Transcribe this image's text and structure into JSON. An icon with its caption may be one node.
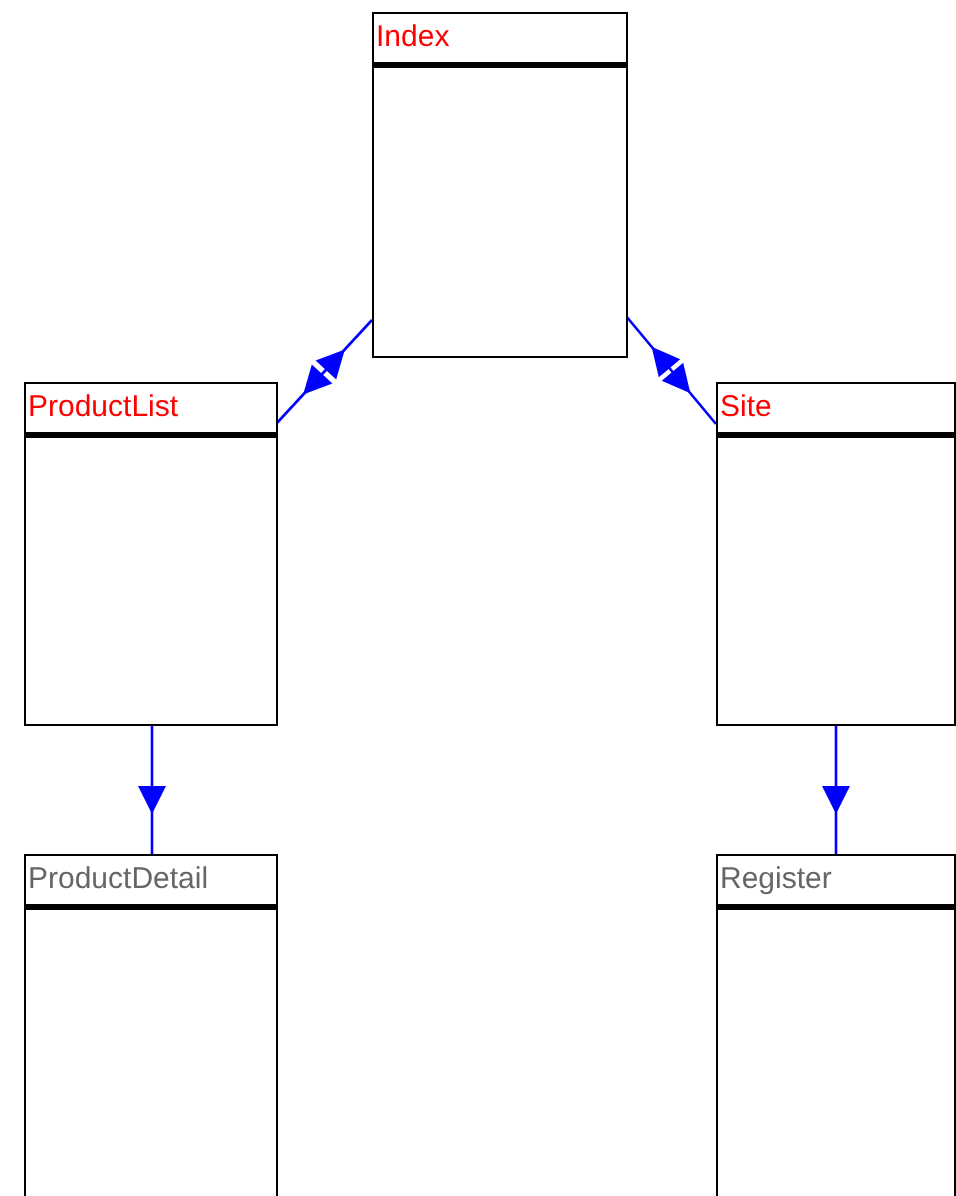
{
  "diagram": {
    "nodes": [
      {
        "text": [
          "Index"
        ]
      },
      {
        "text": [
          "ProductList"
        ]
      },
      {
        "text": [
          "Site"
        ]
      },
      {
        "text": [
          "ProductDetail"
        ]
      },
      {
        "text": [
          "Register"
        ]
      }
    ],
    "edges": [
      {
        "from": 0,
        "to": 1,
        "arrow": "both"
      },
      {
        "from": 0,
        "to": 2,
        "arrow": "both"
      },
      {
        "from": 1,
        "to": 3,
        "arrow": "to"
      },
      {
        "from": 2,
        "to": 4,
        "arrow": "to"
      }
    ]
  }
}
